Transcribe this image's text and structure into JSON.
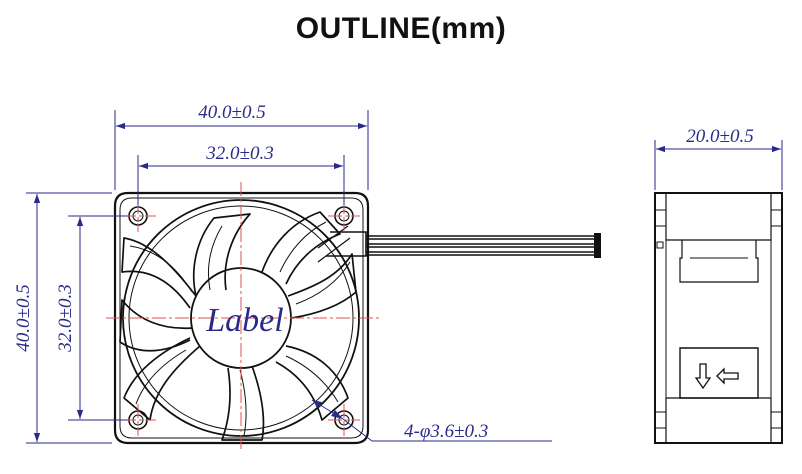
{
  "title": "OUTLINE(mm)",
  "front_view": {
    "width_dim": "40.0±0.5",
    "hole_width_dim": "32.0±0.3",
    "height_dim": "40.0±0.5",
    "hole_height_dim": "32.0±0.3",
    "hole_dim": "4-φ3.6±0.3",
    "label_text": "Label"
  },
  "side_view": {
    "depth_dim": "20.0±0.5"
  },
  "colors": {
    "dimension": "#2a2a8a",
    "centerline": "#e05050",
    "outline": "#111111"
  }
}
